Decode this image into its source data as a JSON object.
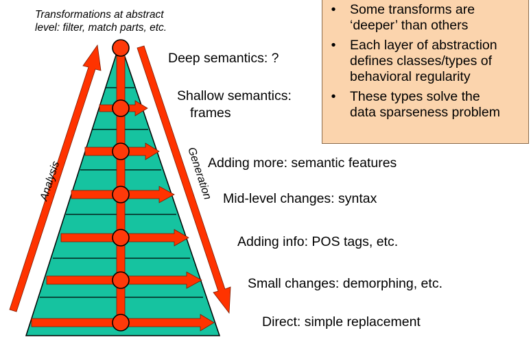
{
  "caption": {
    "line1": "Transformations at abstract",
    "line2": "level: filter, match parts, etc."
  },
  "side_labels": {
    "analysis": "Analysis",
    "generation": "Generation"
  },
  "levels": [
    {
      "label": "Deep semantics: ?"
    },
    {
      "label": "Shallow semantics:",
      "label2": "frames"
    },
    {
      "label": "Adding more: semantic features"
    },
    {
      "label": "Mid-level changes: syntax"
    },
    {
      "label": "Adding info: POS tags, etc."
    },
    {
      "label": "Small changes: demorphing, etc."
    },
    {
      "label": "Direct: simple replacement"
    }
  ],
  "notes": {
    "bullet_glyph": "•",
    "items": [
      {
        "lines": [
          "Some transforms are",
          "‘deeper’ than others"
        ]
      },
      {
        "lines": [
          "Each layer of abstraction",
          "defines classes/types of",
          "behavioral regularity"
        ]
      },
      {
        "lines": [
          "These types solve the",
          "data sparseness problem"
        ]
      }
    ]
  },
  "colors": {
    "pyramid_fill": "#16c3a0",
    "arrow_red": "#ff3300",
    "node_fill": "#ff3a0a",
    "note_fill": "#fbd4ad"
  }
}
